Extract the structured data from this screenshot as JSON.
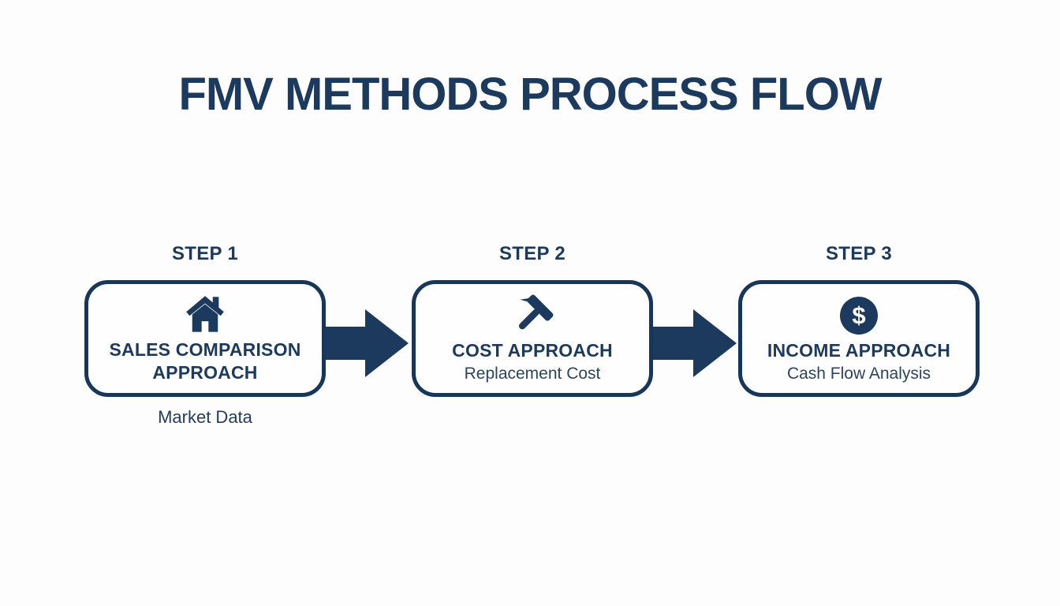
{
  "title": "FMV METHODS PROCESS FLOW",
  "steps": [
    {
      "label": "STEP 1",
      "icon": "house-icon",
      "title": "SALES COMPARISON APPROACH",
      "subtitle": "Market Data",
      "subtitle_position": "below-box"
    },
    {
      "label": "STEP 2",
      "icon": "hammer-icon",
      "title": "COST APPROACH",
      "subtitle": "Replacement Cost",
      "subtitle_position": "inside-box"
    },
    {
      "label": "STEP 3",
      "icon": "dollar-icon",
      "title": "INCOME APPROACH",
      "subtitle": "Cash Flow Analysis",
      "subtitle_position": "inside-box"
    }
  ],
  "connectors": [
    {
      "type": "arrow-right"
    },
    {
      "type": "arrow-right"
    }
  ],
  "icons": {
    "dollar_glyph": "$"
  },
  "colors": {
    "navy": "#1c3a5e",
    "box_border": "#17365c",
    "box_fill": "#fefefe",
    "subtitle_text": "#2d4460",
    "background": "#fdfdfd",
    "dollar_symbol": "#ffffff"
  }
}
